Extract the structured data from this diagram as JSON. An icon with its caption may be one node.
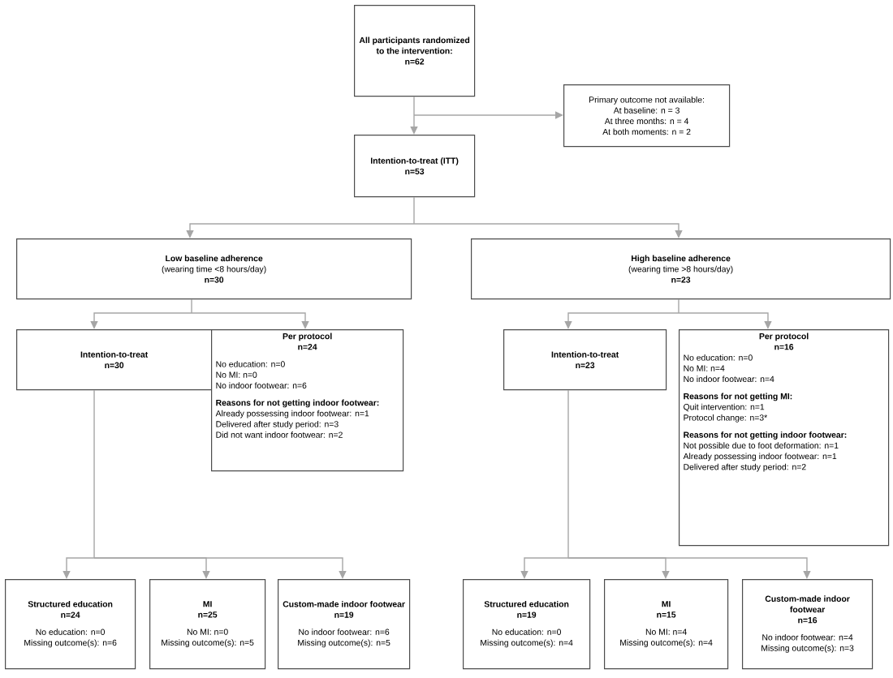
{
  "diagram": {
    "nodes": [
      {
        "text": [
          "All participants randomized to the intervention:",
          "n=62"
        ]
      },
      {
        "text": [
          "Primary outcome not available:",
          "At baseline: n = 3",
          "At three months: n = 4",
          "At both moments: n = 2"
        ]
      },
      {
        "text": [
          "Intention-to-treat (ITT)",
          "n=53"
        ]
      },
      {
        "text": [
          "Low baseline adherence",
          "(wearing time <8 hours/day)",
          "n=30"
        ]
      },
      {
        "text": [
          "High baseline adherence",
          "(wearing time >8 hours/day)",
          "n=23"
        ]
      },
      {
        "text": [
          "Intention-to-treat",
          "n=30"
        ]
      },
      {
        "text": [
          "Per protocol",
          "n=24",
          "No education: n=0",
          "No MI: n=0",
          "No indoor footwear: n=6",
          "Reasons for not getting indoor footwear:",
          "Already possessing indoor footwear: n=1",
          "Delivered after study period: n=3",
          "Did not want indoor footwear: n=2"
        ]
      },
      {
        "text": [
          "Intention-to-treat",
          "n=23"
        ]
      },
      {
        "text": [
          "Per protocol",
          "n=16",
          "No education: n=0",
          "No MI: n=4",
          "No indoor footwear: n=4",
          "Reasons for not getting MI:",
          "Quit intervention: n=1",
          "Protocol change: n=3*",
          "Reasons for not getting indoor footwear:",
          "Not possible due to foot deformation: n=1",
          "Already possessing indoor footwear: n=1",
          "Delivered after study period: n=2"
        ]
      },
      {
        "text": [
          "Structured education",
          "n=24",
          "No education: n=0",
          "Missing outcome(s): n=6"
        ]
      },
      {
        "text": [
          "MI",
          "n=25",
          "No MI: n=0",
          "Missing outcome(s): n=5"
        ]
      },
      {
        "text": [
          "Custom-made indoor footwear",
          "n=19",
          "No indoor footwear: n=6",
          "Missing outcome(s): n=5"
        ]
      },
      {
        "text": [
          "Structured education",
          "n=19",
          "No education: n=0",
          "Missing outcome(s): n=4"
        ]
      },
      {
        "text": [
          "MI",
          "n=15",
          "No MI: n=4",
          "Missing outcome(s): n=4"
        ]
      },
      {
        "text": [
          "Custom-made indoor footwear",
          "n=16",
          "No indoor footwear: n=4",
          "Missing outcome(s): n=3"
        ]
      }
    ],
    "edges": [
      {
        "from": 0,
        "to": 2,
        "arrow": "to"
      },
      {
        "from": 0,
        "to": 1,
        "arrow": "to"
      },
      {
        "from": 2,
        "to": 3,
        "arrow": "to"
      },
      {
        "from": 2,
        "to": 4,
        "arrow": "to"
      },
      {
        "from": 3,
        "to": 5,
        "arrow": "to"
      },
      {
        "from": 3,
        "to": 6,
        "arrow": "to"
      },
      {
        "from": 4,
        "to": 7,
        "arrow": "to"
      },
      {
        "from": 4,
        "to": 8,
        "arrow": "to"
      },
      {
        "from": 5,
        "to": 9,
        "arrow": "to"
      },
      {
        "from": 5,
        "to": 10,
        "arrow": "to"
      },
      {
        "from": 5,
        "to": 11,
        "arrow": "to"
      },
      {
        "from": 7,
        "to": 12,
        "arrow": "to"
      },
      {
        "from": 7,
        "to": 13,
        "arrow": "to"
      },
      {
        "from": 7,
        "to": 14,
        "arrow": "to"
      }
    ]
  }
}
